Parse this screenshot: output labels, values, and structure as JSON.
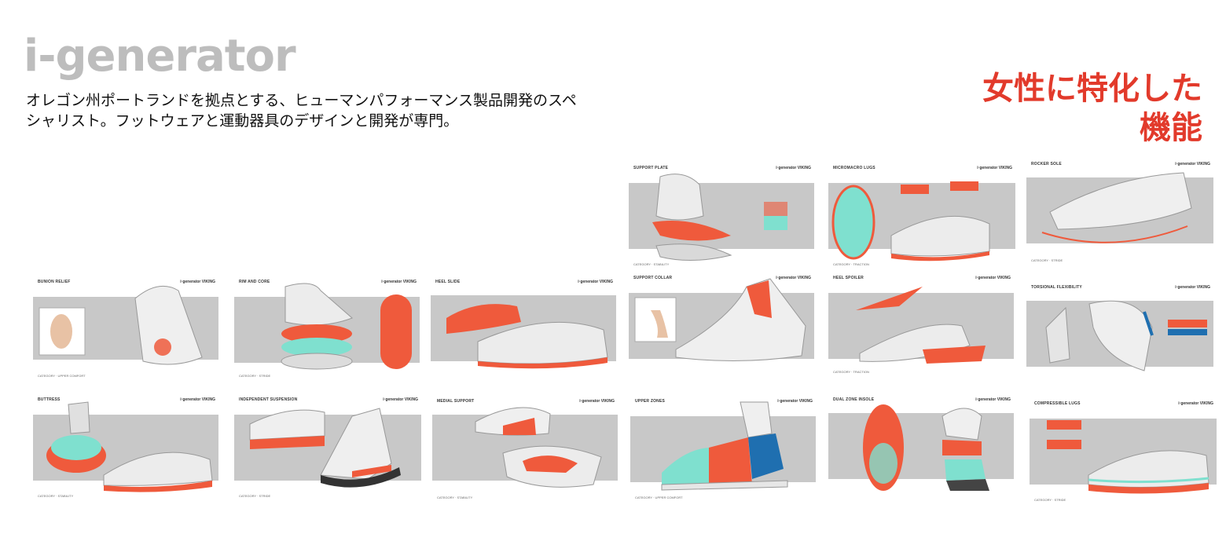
{
  "brand": {
    "logo_text": "i-generator"
  },
  "intro": {
    "line1": "オレゴン州ポートランドを拠点とする、ヒューマンパフォーマンス製品開発のスペ",
    "line2": "シャリスト。フットウェアと運動器具のデザインと開発が専門。"
  },
  "headline": {
    "line1": "女性に特化した",
    "line2": "機能"
  },
  "colors": {
    "accent": "#e23a2b",
    "orange": "#ef5a3c",
    "teal": "#7fe0cf",
    "blue": "#1f6fb0",
    "band": "#c8c8c8"
  },
  "cards": [
    {
      "id": "support-plate",
      "title": "SUPPORT PLATE",
      "brand": "i·generator VIKING",
      "category": "CATEGORY · STABILITY"
    },
    {
      "id": "micromacro-lugs",
      "title": "MICROMACRO LUGS",
      "brand": "i·generator VIKING",
      "category": "CATEGORY · TRACTION"
    },
    {
      "id": "rocker-sole",
      "title": "ROCKER SOLE",
      "brand": "i·generator VIKING",
      "category": "CATEGORY · STRIDE"
    },
    {
      "id": "bunion-relief",
      "title": "BUNION RELIEF",
      "brand": "i·generator VIKING",
      "category": "CATEGORY · UPPER COMFORT"
    },
    {
      "id": "rim-and-core",
      "title": "RIM AND CORE",
      "brand": "i·generator VIKING",
      "category": "CATEGORY · STRIDE"
    },
    {
      "id": "heel-slide",
      "title": "HEEL SLIDE",
      "brand": "i·generator VIKING",
      "category": ""
    },
    {
      "id": "support-collar",
      "title": "SUPPORT COLLAR",
      "brand": "i·generator VIKING",
      "category": ""
    },
    {
      "id": "heel-spoiler",
      "title": "HEEL SPOILER",
      "brand": "i·generator VIKING",
      "category": "CATEGORY · TRACTION"
    },
    {
      "id": "torsional-flexibility",
      "title": "TORSIONAL FLEXIBILITY",
      "brand": "i·generator VIKING",
      "category": ""
    },
    {
      "id": "buttress",
      "title": "BUTTRESS",
      "brand": "i·generator VIKING",
      "category": "CATEGORY · STABILITY"
    },
    {
      "id": "independent-suspension",
      "title": "INDEPENDENT SUSPENSION",
      "brand": "i·generator VIKING",
      "category": "CATEGORY · STRIDE"
    },
    {
      "id": "medial-support",
      "title": "MEDIAL SUPPORT",
      "brand": "i·generator VIKING",
      "category": "CATEGORY · STABILITY"
    },
    {
      "id": "upper-zones",
      "title": "UPPER ZONES",
      "brand": "i·generator VIKING",
      "category": "CATEGORY · UPPER COMFORT"
    },
    {
      "id": "dual-zone-insole",
      "title": "DUAL ZONE INSOLE",
      "brand": "i·generator VIKING",
      "category": ""
    },
    {
      "id": "compressible-lugs",
      "title": "COMPRESSIBLE LUGS",
      "brand": "i·generator VIKING",
      "category": "CATEGORY · STRIDE"
    }
  ]
}
